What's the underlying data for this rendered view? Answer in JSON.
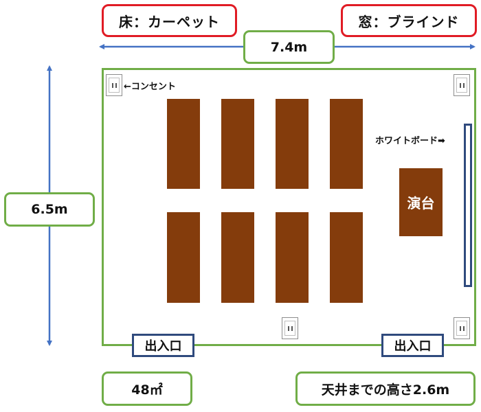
{
  "floor_label": "床：カーペット",
  "window_label": "窓：ブラインド",
  "width_label": "7.4m",
  "depth_label": "6.5m",
  "outlet_label": "←コンセント",
  "whiteboard_label": "ホワイトボード➡",
  "podium_label": "演台",
  "entrance_label_left": "出入口",
  "entrance_label_right": "出入口",
  "area_label": "48㎡",
  "ceiling_label": "天井までの高さ2.6m",
  "colors": {
    "desk": "#843c0c",
    "wall": "#70ad47",
    "dimension_arrow": "#4472c4",
    "callout_border": "#e01b24",
    "door_border": "#2f4a7d"
  },
  "desk_count": 8,
  "outlet_count": 4
}
